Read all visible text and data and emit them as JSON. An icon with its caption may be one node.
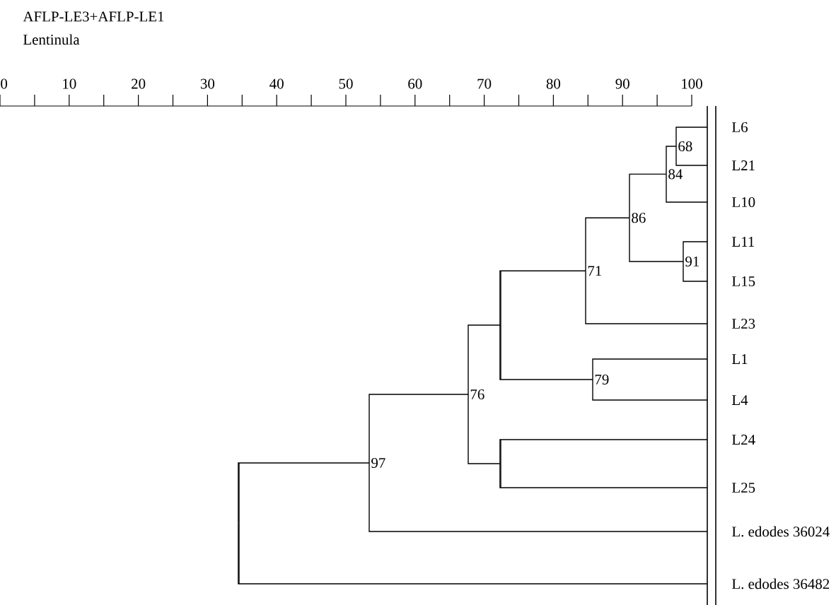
{
  "diagram": {
    "title": "AFLP-LE3+AFLP-LE1",
    "nodes": [
      {
        "text": [
          "L6"
        ]
      },
      {
        "text": [
          "L21"
        ]
      },
      {
        "text": [
          "L10"
        ]
      },
      {
        "text": [
          "L11"
        ]
      },
      {
        "text": [
          "L15"
        ]
      },
      {
        "text": [
          "L23"
        ]
      },
      {
        "text": [
          "L1"
        ]
      },
      {
        "text": [
          "L4"
        ]
      },
      {
        "text": [
          "L24"
        ]
      },
      {
        "text": [
          "L25"
        ]
      },
      {
        "text": [
          "L. edodes 36024"
        ]
      },
      {
        "text": [
          "L. edodes 36482"
        ]
      },
      {
        "text": [],
        "shape": "bar"
      },
      {
        "text": [
          "97"
        ]
      },
      {
        "text": [
          "76"
        ]
      },
      {
        "text": [],
        "shape": "bar"
      },
      {
        "text": [
          "71"
        ]
      },
      {
        "text": [
          "86"
        ]
      },
      {
        "text": [
          "84"
        ]
      },
      {
        "text": [
          "68"
        ]
      },
      {
        "text": [
          "91"
        ]
      },
      {
        "text": [
          "79"
        ]
      },
      {
        "text": [],
        "shape": "bar"
      }
    ],
    "edges": [
      {
        "from": 12,
        "to": 13,
        "arrow": "none"
      },
      {
        "from": 12,
        "to": 11,
        "arrow": "none"
      },
      {
        "from": 13,
        "to": 14,
        "arrow": "none"
      },
      {
        "from": 13,
        "to": 10,
        "arrow": "none"
      },
      {
        "from": 14,
        "to": 15,
        "arrow": "none"
      },
      {
        "from": 14,
        "to": 22,
        "arrow": "none"
      },
      {
        "from": 15,
        "to": 16,
        "arrow": "none"
      },
      {
        "from": 15,
        "to": 21,
        "arrow": "none"
      },
      {
        "from": 16,
        "to": 17,
        "arrow": "none"
      },
      {
        "from": 16,
        "to": 5,
        "arrow": "none"
      },
      {
        "from": 17,
        "to": 18,
        "arrow": "none"
      },
      {
        "from": 17,
        "to": 20,
        "arrow": "none"
      },
      {
        "from": 18,
        "to": 19,
        "arrow": "none"
      },
      {
        "from": 18,
        "to": 2,
        "arrow": "none"
      },
      {
        "from": 19,
        "to": 0,
        "arrow": "none"
      },
      {
        "from": 19,
        "to": 1,
        "arrow": "none"
      },
      {
        "from": 20,
        "to": 3,
        "arrow": "none"
      },
      {
        "from": 20,
        "to": 4,
        "arrow": "none"
      },
      {
        "from": 21,
        "to": 6,
        "arrow": "none"
      },
      {
        "from": 21,
        "to": 7,
        "arrow": "none"
      },
      {
        "from": 22,
        "to": 8,
        "arrow": "none"
      },
      {
        "from": 22,
        "to": 9,
        "arrow": "none"
      }
    ],
    "labels": [
      "Lentinula",
      "0",
      "10",
      "20",
      "30",
      "40",
      "50",
      "60",
      "70",
      "80",
      "90",
      "100"
    ]
  }
}
